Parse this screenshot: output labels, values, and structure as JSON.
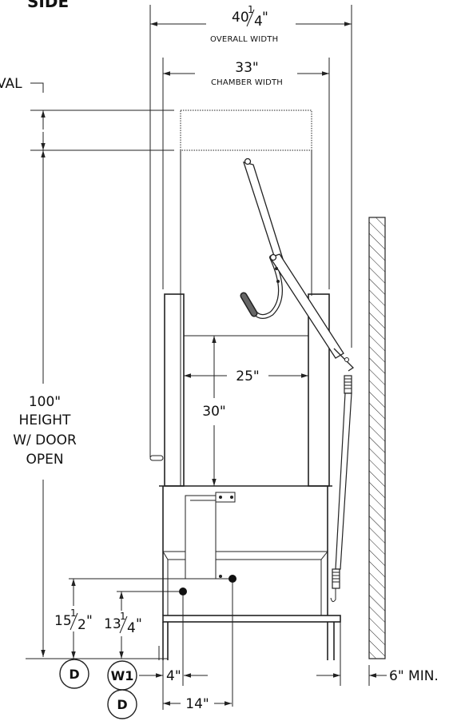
{
  "view_title": "SIDE",
  "partial_left_label": "VAL",
  "dimensions": {
    "overall_width": {
      "whole": "40",
      "num": "1",
      "den": "4",
      "unit": "\"",
      "caption": "OVERALL WIDTH"
    },
    "chamber_width": {
      "value": "33\"",
      "caption": "CHAMBER WIDTH"
    },
    "opening_width": "25\"",
    "opening_height": "30\"",
    "height_door_open": [
      "100\"",
      "HEIGHT",
      "W/ DOOR",
      "OPEN"
    ],
    "drain_height": {
      "whole": "15",
      "num": "1",
      "den": "2",
      "unit": "\""
    },
    "water_height": {
      "whole": "13",
      "num": "1",
      "den": "4",
      "unit": "\""
    },
    "inlet_offset": "4\"",
    "drain_offset": "14\"",
    "wall_clearance": "6\" MIN."
  },
  "connection_tags": [
    {
      "code": "D"
    },
    {
      "code": "W1"
    },
    {
      "code": "D"
    }
  ]
}
